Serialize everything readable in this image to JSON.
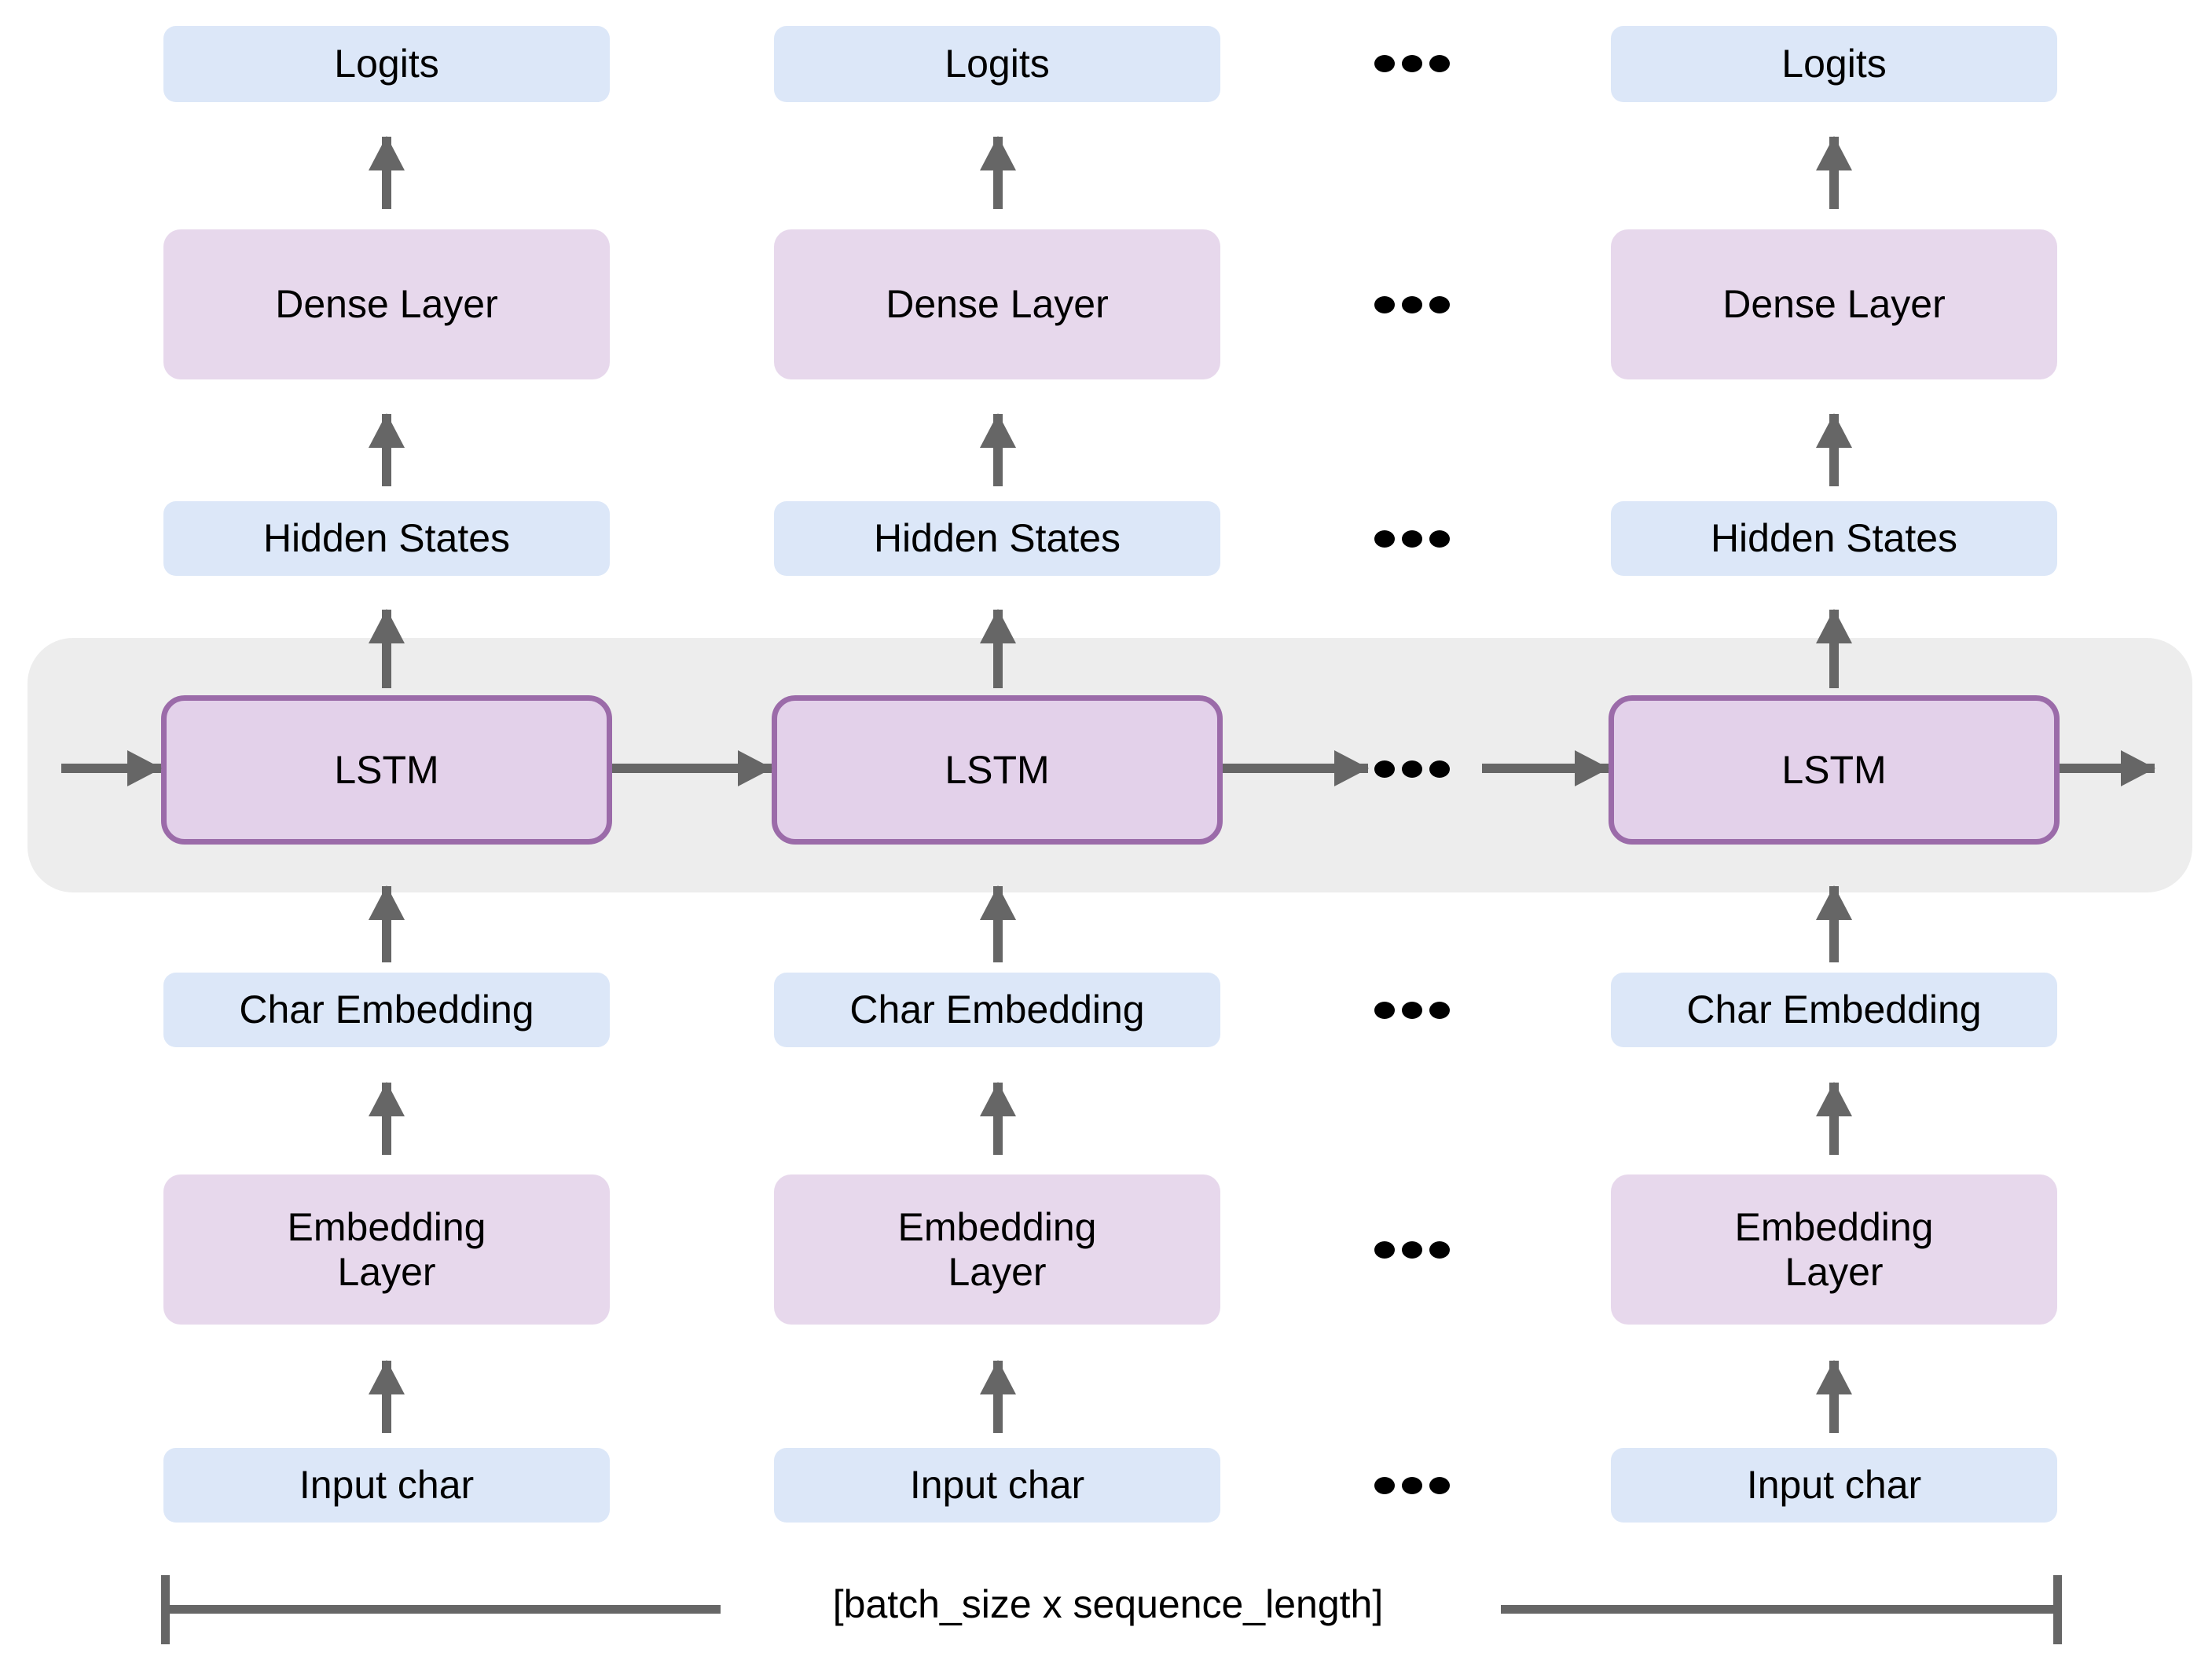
{
  "diagram": {
    "title_caption": "[batch_size x sequence_length]",
    "ellipsis": "•••",
    "colors": {
      "blue_box": "#dce7f8",
      "purple_box": "#e7d8ec",
      "lstm_fill": "#e3d1ea",
      "lstm_border": "#9b6ba9",
      "band": "#ededed",
      "arrow": "#666666",
      "text": "#000000"
    },
    "rows": [
      {
        "key": "logits",
        "label": "Logits",
        "style": "blue"
      },
      {
        "key": "dense_layer",
        "label": "Dense Layer",
        "style": "purple"
      },
      {
        "key": "hidden_states",
        "label": "Hidden States",
        "style": "blue"
      },
      {
        "key": "lstm",
        "label": "LSTM",
        "style": "lstm"
      },
      {
        "key": "char_embedding",
        "label": "Char Embedding",
        "style": "blue"
      },
      {
        "key": "embedding_layer",
        "label": "Embedding\nLayer",
        "style": "purple"
      },
      {
        "key": "input_char",
        "label": "Input char",
        "style": "blue"
      }
    ],
    "timesteps": [
      {
        "index": 0,
        "logits": "Logits",
        "dense_layer": "Dense Layer",
        "hidden_states": "Hidden States",
        "lstm": "LSTM",
        "char_embedding": "Char Embedding",
        "embedding_layer_line1": "Embedding",
        "embedding_layer_line2": "Layer",
        "input_char": "Input char"
      },
      {
        "index": 1,
        "logits": "Logits",
        "dense_layer": "Dense Layer",
        "hidden_states": "Hidden States",
        "lstm": "LSTM",
        "char_embedding": "Char Embedding",
        "embedding_layer_line1": "Embedding",
        "embedding_layer_line2": "Layer",
        "input_char": "Input char"
      },
      {
        "index": 2,
        "logits": "Logits",
        "dense_layer": "Dense Layer",
        "hidden_states": "Hidden States",
        "lstm": "LSTM",
        "char_embedding": "Char Embedding",
        "embedding_layer_line1": "Embedding",
        "embedding_layer_line2": "Layer",
        "input_char": "Input char"
      }
    ],
    "ellipsis_rows": [
      "logits",
      "dense_layer",
      "hidden_states",
      "lstm",
      "char_embedding",
      "embedding_layer",
      "input_char"
    ]
  }
}
